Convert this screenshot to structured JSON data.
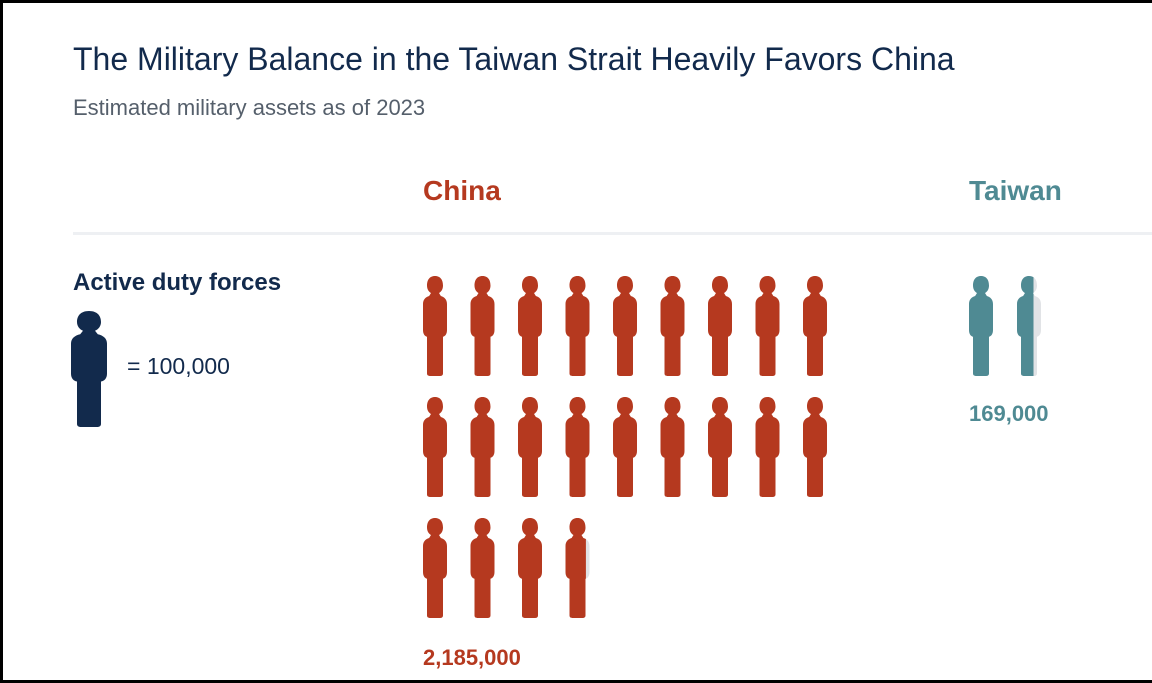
{
  "title": "The Military Balance in the Taiwan Strait Heavily Favors China",
  "subtitle": "Estimated military assets as of 2023",
  "colors": {
    "china": "#b5391f",
    "taiwan": "#4f8a93",
    "legend": "#122a4c",
    "title": "#122a4c"
  },
  "legend": {
    "icon": "person-icon",
    "text": "= 100,000",
    "unit_value": 100000
  },
  "chart_data": {
    "type": "pictograph",
    "title": "The Military Balance in the Taiwan Strait Heavily Favors China",
    "subtitle": "Estimated military assets as of 2023",
    "metric": "Active duty forces",
    "unit": 100000,
    "series": [
      {
        "name": "China",
        "value": 2185000,
        "label": "2,185,000"
      },
      {
        "name": "Taiwan",
        "value": 169000,
        "label": "169,000"
      }
    ]
  }
}
